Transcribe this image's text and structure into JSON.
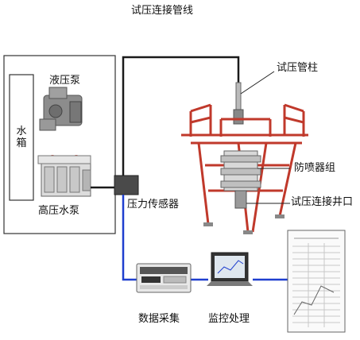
{
  "labels": {
    "test_pipeline": "试压连接管线",
    "test_column": "试压管柱",
    "hydraulic_pump": "液压泵",
    "water_tank": "水箱",
    "high_pressure_pump": "高压水泵",
    "pressure_sensor": "压力传感器",
    "bop_stack": "防喷器组",
    "wellhead_connection": "试压连接井口",
    "data_acquisition": "数据采集",
    "monitoring": "监控处理"
  },
  "colors": {
    "hydraulic_line": "#1a1a1a",
    "signal_line": "#1f3fcf",
    "rig_frame": "#c0392b",
    "sensor_box": "#4a4a4a"
  }
}
